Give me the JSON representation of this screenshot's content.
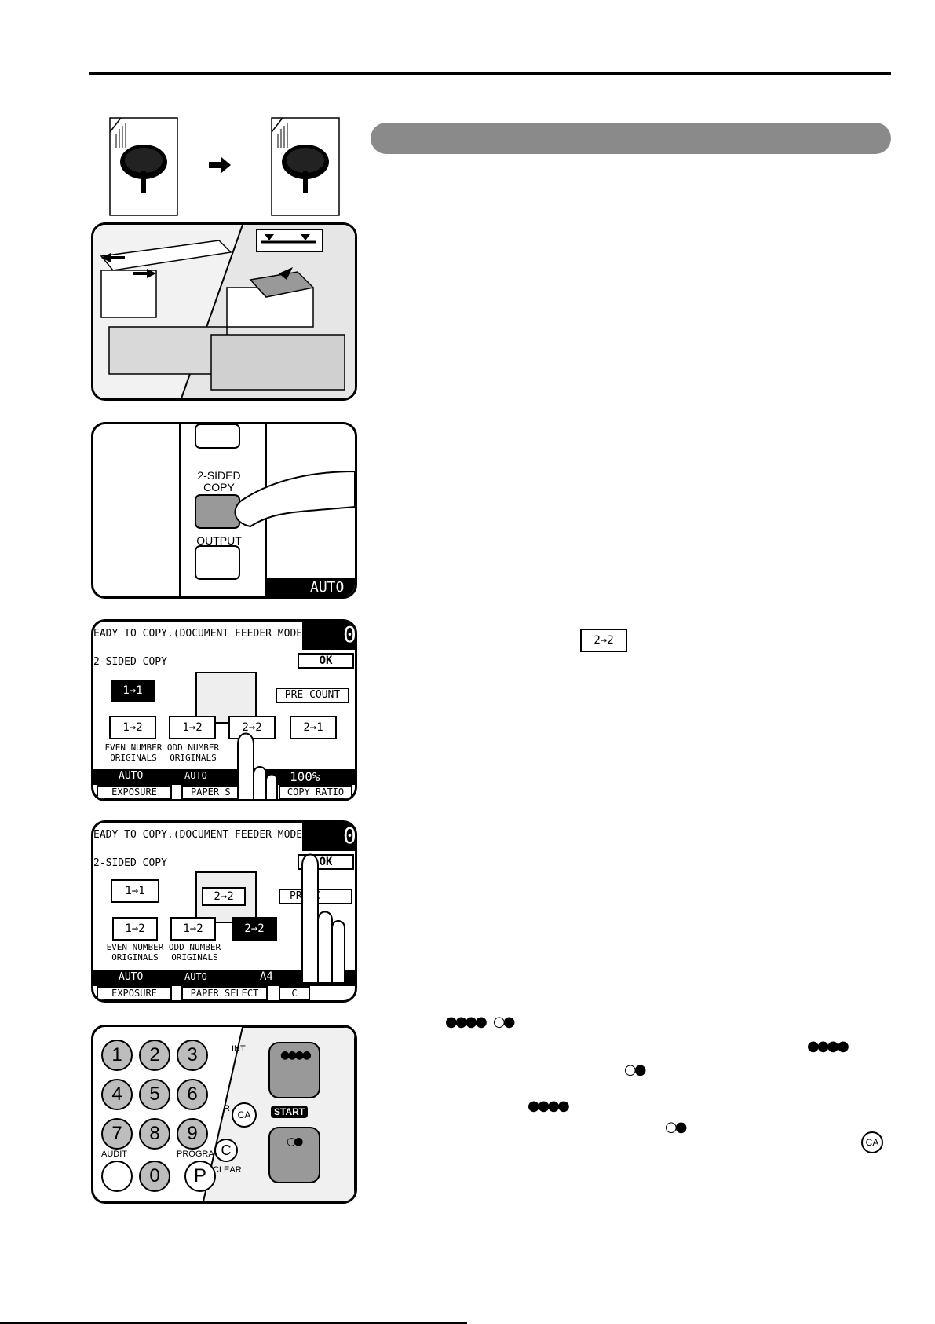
{
  "step3": {
    "label": "2-SIDED\nCOPY",
    "output_label": "OUTPUT",
    "status": "AUTO"
  },
  "step4": {
    "status": "EADY TO COPY.(DOCUMENT FEEDER MODE)",
    "mode": "2-SIDED COPY",
    "ok": "OK",
    "precount": "PRE-COUNT",
    "opt_1_1": "1→1",
    "opt_1_2a": "1→2",
    "opt_1_2b": "1→2",
    "opt_2_2": "2→2",
    "opt_2_1": "2→1",
    "even": "EVEN NUMBER\nORIGINALS",
    "odd": "ODD NUMBER\nORIGINALS",
    "exposure_val": "AUTO",
    "paper_val": "AUTO",
    "ratio_val": "100%",
    "exposure": "EXPOSURE",
    "paper": "PAPER S",
    "ratio": "COPY RATIO",
    "counter": "0"
  },
  "step5": {
    "status": "EADY TO COPY.(DOCUMENT FEEDER MODE)",
    "mode": "2-SIDED COPY",
    "ok": "OK",
    "precount": "PRE-C",
    "opt_1_1": "1→1",
    "opt_center": "2→2",
    "opt_1_2a": "1→2",
    "opt_1_2b": "1→2",
    "opt_2_2": "2→2",
    "even": "EVEN NUMBER\nORIGINALS",
    "odd": "ODD NUMBER\nORIGINALS",
    "exposure_val": "AUTO",
    "paper_val": "AUTO",
    "paper_size": "A4",
    "exposure": "EXPOSURE",
    "paper": "PAPER SELECT",
    "ratio": "C",
    "counter": "0"
  },
  "step6": {
    "keys": [
      "1",
      "2",
      "3",
      "4",
      "5",
      "6",
      "7",
      "8",
      "9",
      "0",
      "P"
    ],
    "audit": "AUDIT",
    "program": "PROGRA",
    "int": "INT",
    "ca": "CA",
    "c": "C",
    "clear": "CLEAR",
    "start": "START",
    "r": "R"
  },
  "text": {
    "inline_key": "2→2",
    "dots_a": "●●●●",
    "dots_b": "○●",
    "ca": "CA"
  }
}
